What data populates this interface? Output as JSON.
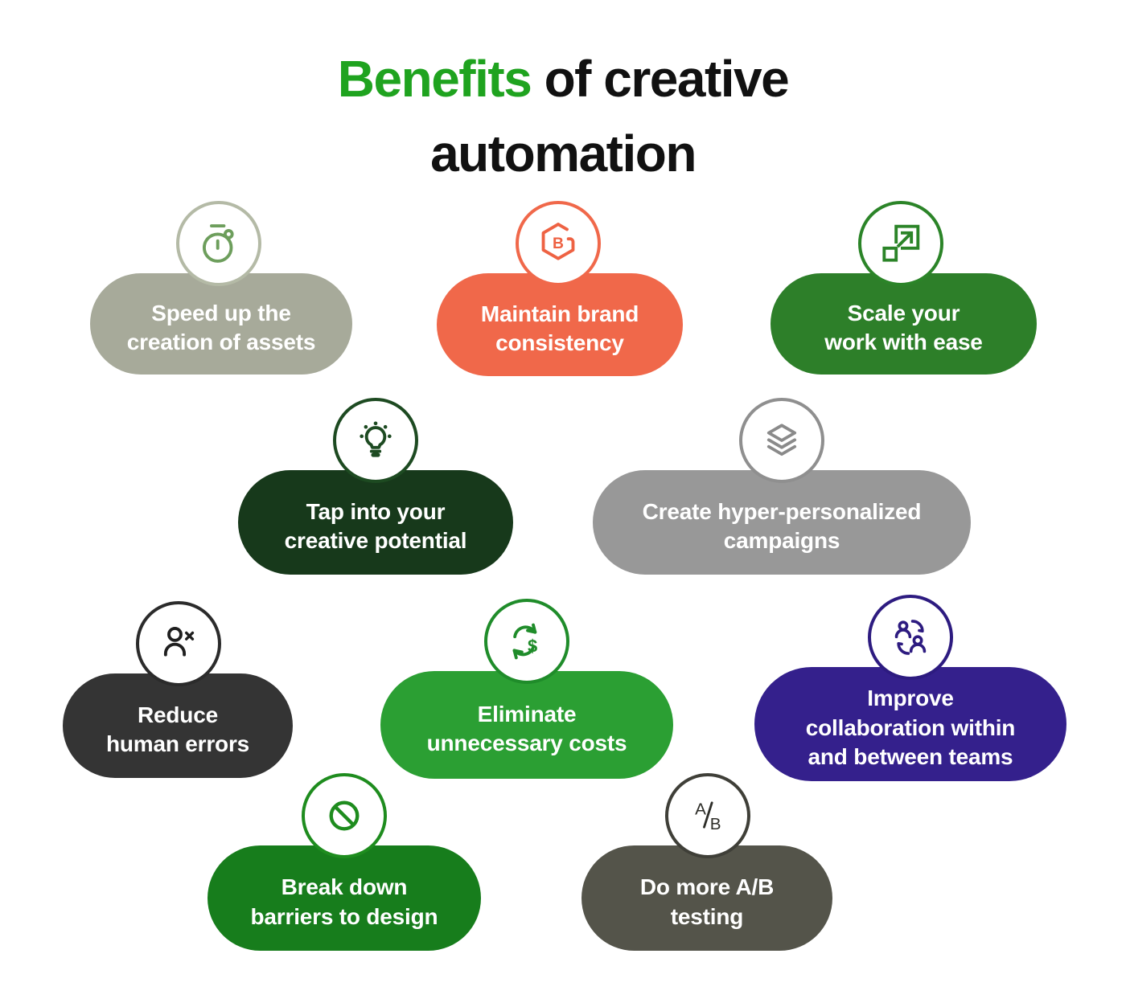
{
  "title": {
    "highlight": "Benefits",
    "rest": " of creative automation",
    "highlight_color": "#1fa31f",
    "text_color": "#111111"
  },
  "benefits": [
    {
      "label": "Speed up the\ncreation of assets",
      "icon": "stopwatch-icon",
      "pill_color": "#a7aa9a",
      "ring_color": "#b4baa6",
      "icon_color": "#6d9e5c",
      "text_color": "#ffffff"
    },
    {
      "label": "Maintain brand\nconsistency",
      "icon": "brand-hexagon-icon",
      "pill_color": "#f0684a",
      "ring_color": "#f0684a",
      "icon_color": "#ee6243",
      "text_color": "#ffffff"
    },
    {
      "label": "Scale your\nwork with ease",
      "icon": "scale-expand-icon",
      "pill_color": "#2d7f29",
      "ring_color": "#2b8428",
      "icon_color": "#2b8428",
      "text_color": "#ffffff"
    },
    {
      "label": "Tap into your\ncreative potential",
      "icon": "lightbulb-icon",
      "pill_color": "#17391b",
      "ring_color": "#1d4a21",
      "icon_color": "#1d4a21",
      "text_color": "#ffffff"
    },
    {
      "label": "Create hyper-personalized\ncampaigns",
      "icon": "layers-icon",
      "pill_color": "#989898",
      "ring_color": "#8f8f8f",
      "icon_color": "#8a8a8a",
      "text_color": "#ffffff"
    },
    {
      "label": "Reduce\nhuman errors",
      "icon": "person-x-icon",
      "pill_color": "#343434",
      "ring_color": "#2b2b2b",
      "icon_color": "#1f1f1f",
      "text_color": "#ffffff"
    },
    {
      "label": "Eliminate\nunnecessary costs",
      "icon": "refresh-dollar-icon",
      "pill_color": "#2b9f33",
      "ring_color": "#1f8c2a",
      "icon_color": "#1f8c2a",
      "text_color": "#ffffff"
    },
    {
      "label": "Improve\ncollaboration within\nand between teams",
      "icon": "team-collaboration-icon",
      "pill_color": "#34208c",
      "ring_color": "#2d1b80",
      "icon_color": "#2d1b80",
      "text_color": "#ffffff"
    },
    {
      "label": "Break down\nbarriers to design",
      "icon": "no-barriers-icon",
      "pill_color": "#177d1c",
      "ring_color": "#1e8c1e",
      "icon_color": "#1e8c1e",
      "text_color": "#ffffff"
    },
    {
      "label": "Do more A/B\ntesting",
      "icon": "ab-testing-icon",
      "pill_color": "#54544a",
      "ring_color": "#3f3f38",
      "icon_color": "#2d2d28",
      "text_color": "#ffffff"
    }
  ]
}
